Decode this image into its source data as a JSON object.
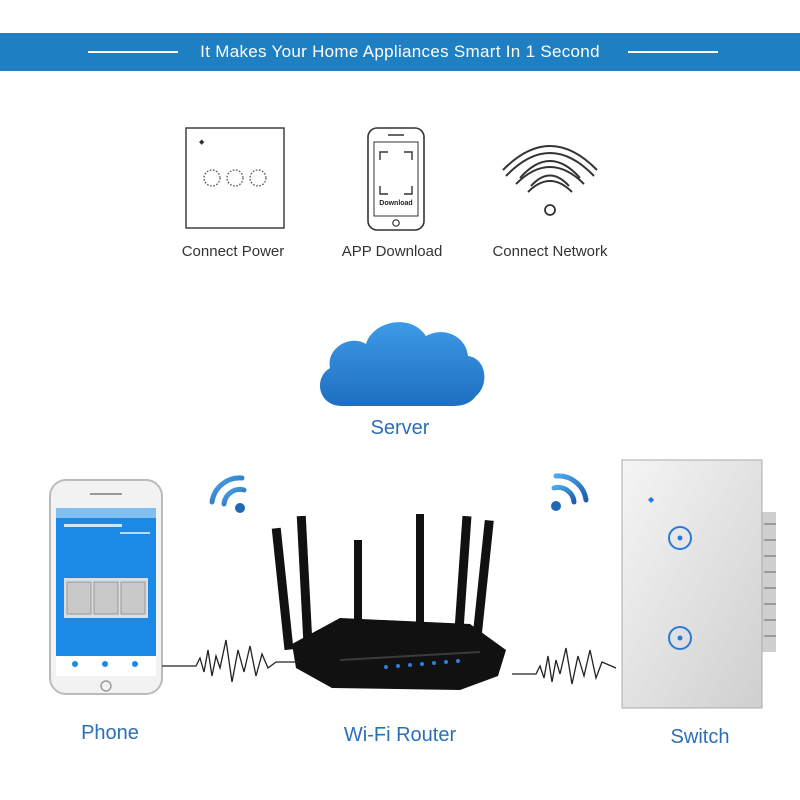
{
  "banner": {
    "title": "It Makes Your Home Appliances Smart In 1 Second"
  },
  "steps": [
    {
      "label": "Connect Power",
      "icon": "wall-switch-icon"
    },
    {
      "label": "APP Download",
      "icon": "smartphone-icon",
      "caption": "Download"
    },
    {
      "label": "Connect Network",
      "icon": "wifi-icon"
    }
  ],
  "nodes": {
    "server": "Server",
    "phone": "Phone",
    "router": "Wi-Fi Router",
    "switch": "Switch"
  },
  "colors": {
    "accent": "#1e7fc3",
    "label": "#2b6fb6",
    "router": "#111111",
    "switch_led": "#2a79d6"
  }
}
